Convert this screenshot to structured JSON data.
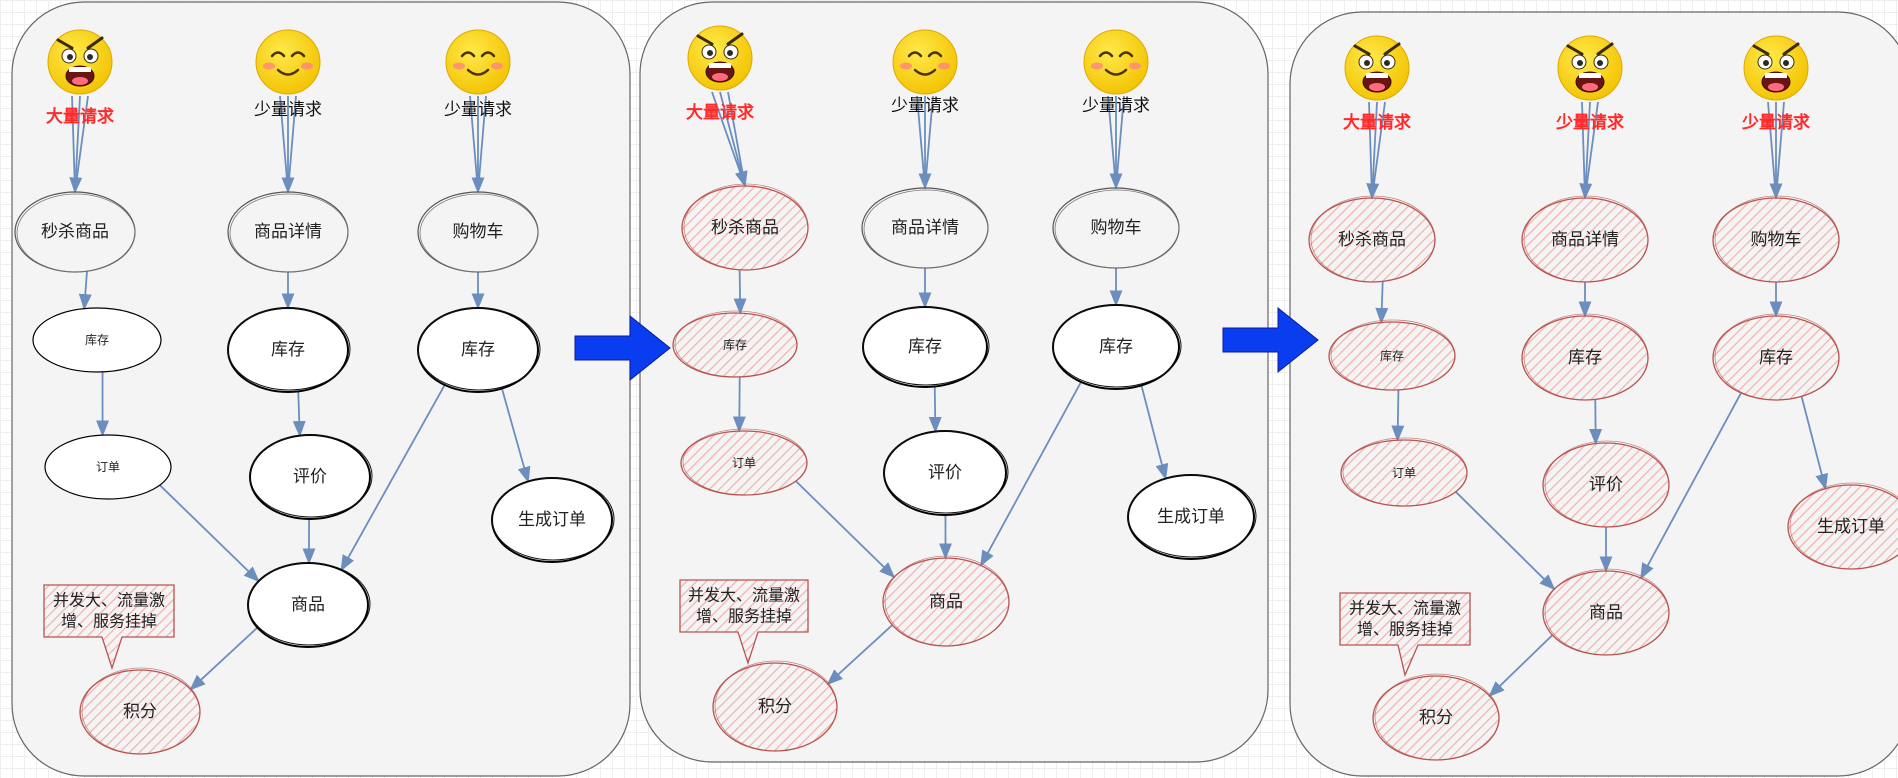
{
  "panels": [
    {
      "emojis": [
        {
          "mood": "angry-face",
          "label": "大量请求",
          "label_red": true
        },
        {
          "mood": "smiling-face",
          "label": "少量请求",
          "label_red": false
        },
        {
          "mood": "smiling-face",
          "label": "少量请求",
          "label_red": false
        }
      ],
      "nodes": [
        {
          "id": "seckill",
          "label": "秒杀商品",
          "style": "gray"
        },
        {
          "id": "detail",
          "label": "商品详情",
          "style": "gray"
        },
        {
          "id": "cart",
          "label": "购物车",
          "style": "gray"
        },
        {
          "id": "stock1",
          "label": "库存",
          "style": "plain"
        },
        {
          "id": "stock2",
          "label": "库存",
          "style": "bold"
        },
        {
          "id": "stock3",
          "label": "库存",
          "style": "bold"
        },
        {
          "id": "order",
          "label": "订单",
          "style": "plain"
        },
        {
          "id": "review",
          "label": "评价",
          "style": "bold"
        },
        {
          "id": "create",
          "label": "生成订单",
          "style": "bold"
        },
        {
          "id": "product",
          "label": "商品",
          "style": "bold"
        },
        {
          "id": "points",
          "label": "积分",
          "style": "red"
        }
      ],
      "callout": [
        "并发大、流量激",
        "增、服务挂掉"
      ]
    },
    {
      "emojis": [
        {
          "mood": "angry-face",
          "label": "大量请求",
          "label_red": true
        },
        {
          "mood": "smiling-face",
          "label": "少量请求",
          "label_red": false
        },
        {
          "mood": "smiling-face",
          "label": "少量请求",
          "label_red": false
        }
      ],
      "nodes": [
        {
          "id": "seckill",
          "label": "秒杀商品",
          "style": "red"
        },
        {
          "id": "detail",
          "label": "商品详情",
          "style": "gray"
        },
        {
          "id": "cart",
          "label": "购物车",
          "style": "gray"
        },
        {
          "id": "stock1",
          "label": "库存",
          "style": "red"
        },
        {
          "id": "stock2",
          "label": "库存",
          "style": "bold"
        },
        {
          "id": "stock3",
          "label": "库存",
          "style": "bold"
        },
        {
          "id": "order",
          "label": "订单",
          "style": "red"
        },
        {
          "id": "review",
          "label": "评价",
          "style": "bold"
        },
        {
          "id": "create",
          "label": "生成订单",
          "style": "bold"
        },
        {
          "id": "product",
          "label": "商品",
          "style": "red"
        },
        {
          "id": "points",
          "label": "积分",
          "style": "red"
        }
      ],
      "callout": [
        "并发大、流量激",
        "增、服务挂掉"
      ]
    },
    {
      "emojis": [
        {
          "mood": "angry-face",
          "label": "大量请求",
          "label_red": true
        },
        {
          "mood": "angry-face",
          "label": "少量请求",
          "label_red": true
        },
        {
          "mood": "angry-face",
          "label": "少量请求",
          "label_red": true
        }
      ],
      "nodes": [
        {
          "id": "seckill",
          "label": "秒杀商品",
          "style": "red"
        },
        {
          "id": "detail",
          "label": "商品详情",
          "style": "red"
        },
        {
          "id": "cart",
          "label": "购物车",
          "style": "red"
        },
        {
          "id": "stock1",
          "label": "库存",
          "style": "red"
        },
        {
          "id": "stock2",
          "label": "库存",
          "style": "red"
        },
        {
          "id": "stock3",
          "label": "库存",
          "style": "red"
        },
        {
          "id": "order",
          "label": "订单",
          "style": "red"
        },
        {
          "id": "review",
          "label": "评价",
          "style": "red"
        },
        {
          "id": "create",
          "label": "生成订单",
          "style": "red"
        },
        {
          "id": "product",
          "label": "商品",
          "style": "red"
        },
        {
          "id": "points",
          "label": "积分",
          "style": "red"
        }
      ],
      "callout": [
        "并发大、流量激",
        "增、服务挂掉"
      ]
    }
  ],
  "edges": [
    [
      "seckill",
      "stock1"
    ],
    [
      "stock1",
      "order"
    ],
    [
      "order",
      "product"
    ],
    [
      "detail",
      "stock2"
    ],
    [
      "stock2",
      "review"
    ],
    [
      "review",
      "product"
    ],
    [
      "cart",
      "stock3"
    ],
    [
      "stock3",
      "product"
    ],
    [
      "stock3",
      "create"
    ],
    [
      "product",
      "points"
    ]
  ],
  "colors": {
    "edge": "#6c8ebf",
    "red_stroke": "#b85450",
    "red_hatch": "#f2b0ac",
    "request_red": "#ff2b2b",
    "arrow_fill": "#0a3cf0",
    "panel_fill": "#f4f4f4",
    "panel_stroke": "#666666"
  }
}
